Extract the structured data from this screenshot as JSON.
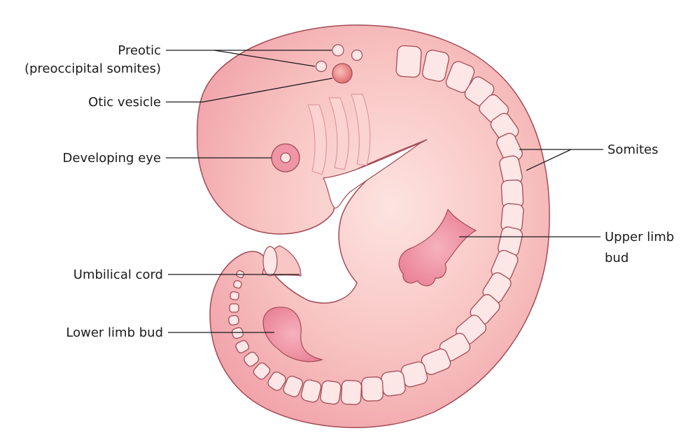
{
  "labels": {
    "preotic_line1": "Preotic",
    "preotic_line2": "(preoccipital somites)",
    "otic_vesicle": "Otic vesicle",
    "developing_eye": "Developing eye",
    "umbilical_cord": "Umbilical cord",
    "lower_limb_bud": "Lower limb bud",
    "somites": "Somites",
    "upper_limb_line1": "Upper limb",
    "upper_limb_line2": "bud"
  },
  "colors": {
    "body_fill": "#f7b8b9",
    "body_outline": "#a34b55",
    "somite_fill": "#fde6e6",
    "limb_fill": "#f190a1",
    "vesicle_fill": "#ef8080",
    "leader_line": "#1a1a1a"
  }
}
